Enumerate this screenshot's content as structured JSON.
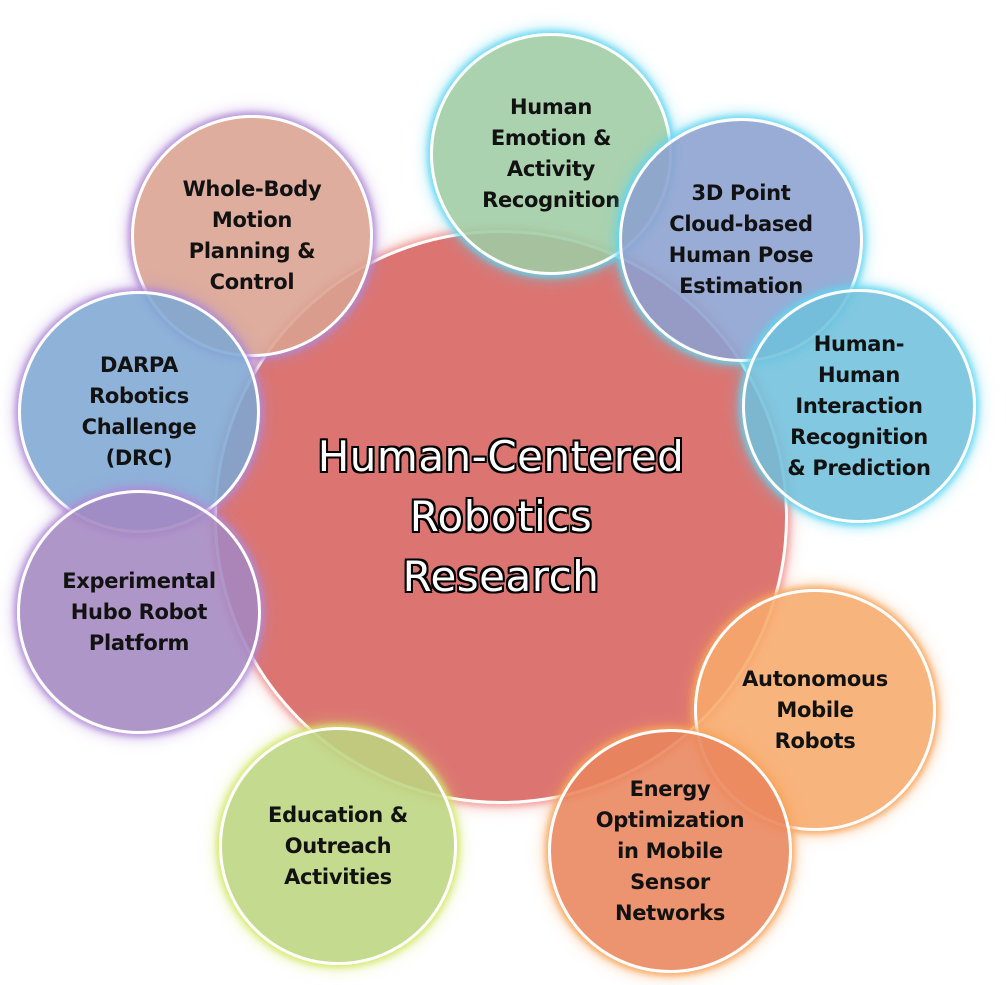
{
  "diagram": {
    "center": {
      "label": "Human-Centered\nRobotics\nResearch",
      "fill": "#dc7572",
      "glow": "#f29a98"
    },
    "topics": [
      {
        "id": "emotion",
        "label": "Human\nEmotion &\nActivity\nRecognition",
        "fill": "#9ecca3",
        "glow": "#5fd6f2"
      },
      {
        "id": "pose",
        "label": "3D Point\nCloud-based\nHuman Pose\nEstimation",
        "fill": "#8ba0cf",
        "glow": "#5fd6f2"
      },
      {
        "id": "interaction",
        "label": "Human-\nHuman\nInteraction\nRecognition\n& Prediction",
        "fill": "#6fc0dc",
        "glow": "#5fd6f2"
      },
      {
        "id": "mobile",
        "label": "Autonomous\nMobile\nRobots",
        "fill": "#f7aa6b",
        "glow": "#f8a35a"
      },
      {
        "id": "energy",
        "label": "Energy\nOptimization\nin Mobile\nSensor\nNetworks",
        "fill": "#e9855c",
        "glow": "#f8a35a"
      },
      {
        "id": "education",
        "label": "Education &\nOutreach\nActivities",
        "fill": "#bcd57e",
        "glow": "#d3e76a"
      },
      {
        "id": "hubo",
        "label": "Experimental\nHubo Robot\nPlatform",
        "fill": "#a487c1",
        "glow": "#b08ad6"
      },
      {
        "id": "drc",
        "label": "DARPA\nRobotics\nChallenge\n(DRC)",
        "fill": "#7ea7d3",
        "glow": "#b08ad6"
      },
      {
        "id": "wholebody",
        "label": "Whole-Body\nMotion\nPlanning &\nControl",
        "fill": "#d9a291",
        "glow": "#b08ad6"
      }
    ]
  }
}
